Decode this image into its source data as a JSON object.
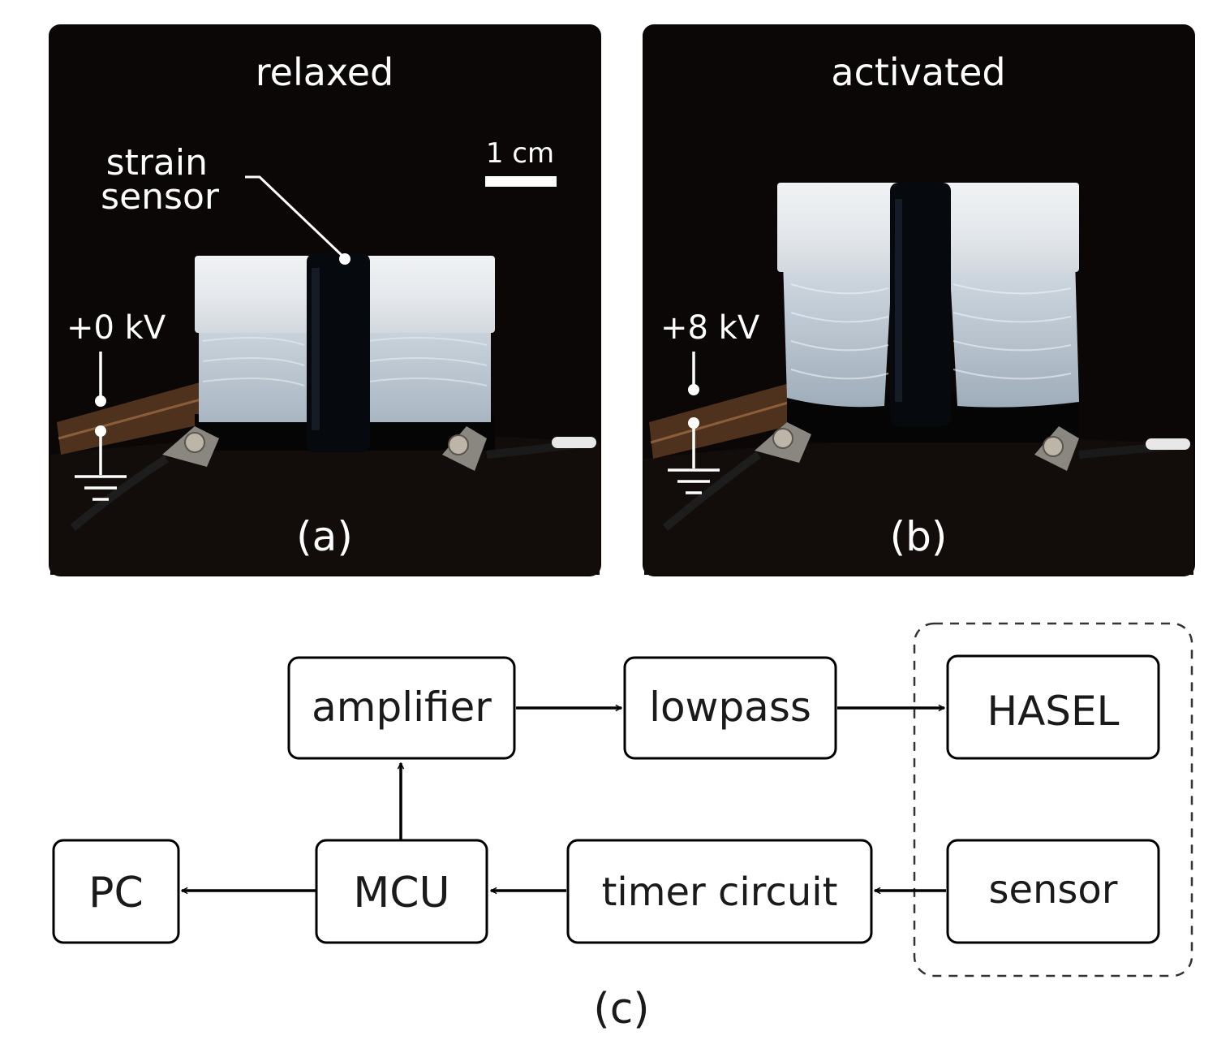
{
  "panel_a": {
    "title": "relaxed",
    "annotation": "strain\nsensor",
    "scale_label": "1 cm",
    "voltage_label": "+0 kV",
    "caption": "(a)"
  },
  "panel_b": {
    "title": "activated",
    "voltage_label": "+8 kV",
    "caption": "(b)"
  },
  "panel_c": {
    "blocks": {
      "amplifier": "amplifier",
      "lowpass": "lowpass",
      "hasel": "HASEL",
      "pc": "PC",
      "mcu": "MCU",
      "timer": "timer circuit",
      "sensor": "sensor"
    },
    "caption": "(c)"
  },
  "colors": {
    "photo_bg": "#0a0706",
    "tape_white": "#e9ecef",
    "pouch_clear": "#c9d3dc",
    "sensor_black": "#06090d",
    "line": "#000000"
  },
  "icons": [
    "ground-symbol-icon",
    "terminal-dot-icon",
    "arrow-head-icon"
  ]
}
